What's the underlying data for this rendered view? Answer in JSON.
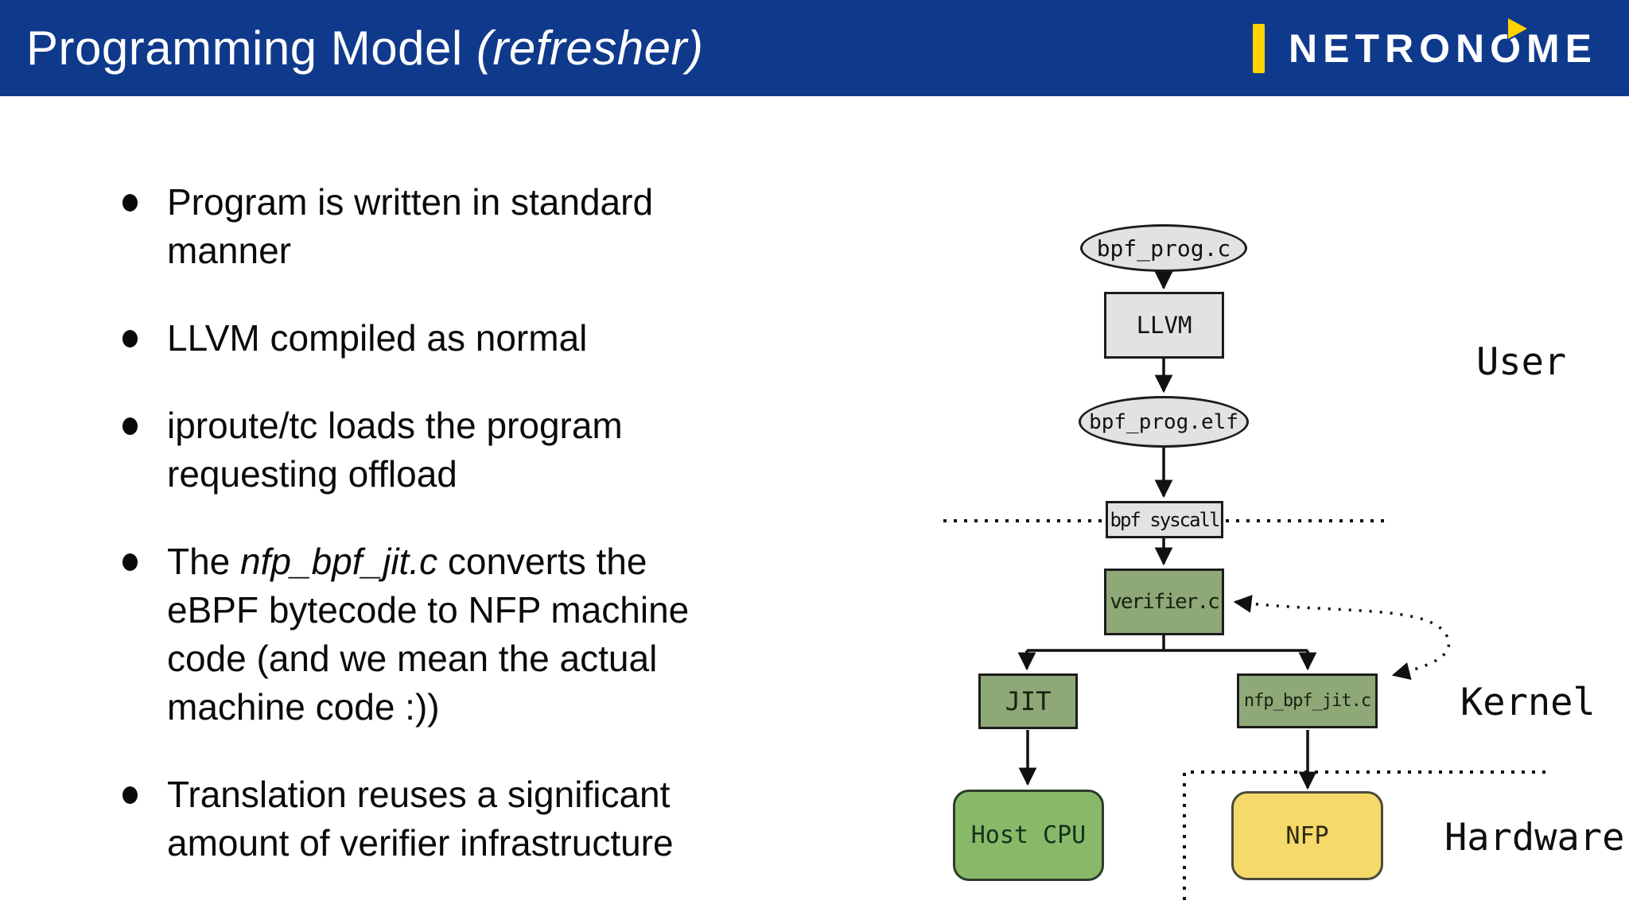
{
  "header": {
    "title": "Programming Model ",
    "title_suffix": "(refresher)",
    "brand": {
      "part1": "NETRON",
      "o": "O",
      "part2": "ME",
      "full": "NETRONOME"
    },
    "colors": {
      "bar_blue": "#0f3a8c",
      "accent_yellow": "#ffd200"
    }
  },
  "bullets": [
    {
      "text": "Program is written in standard\nmanner"
    },
    {
      "text": "LLVM compiled as normal"
    },
    {
      "text": "iproute/tc loads the program\nrequesting offload"
    },
    {
      "pre": "The ",
      "italic": "nfp_bpf_jit.c",
      "post": " converts the\neBPF bytecode to NFP machine\ncode (and we mean the actual\nmachine code :))"
    },
    {
      "text": "Translation reuses a significant\namount of verifier infrastructure"
    }
  ],
  "diagram": {
    "nodes": {
      "bpf_prog_c": {
        "label": "bpf_prog.c",
        "shape": "ellipse",
        "color": "#e2e2e2"
      },
      "llvm": {
        "label": "LLVM",
        "shape": "rect",
        "color": "#e2e2e2"
      },
      "bpf_prog_elf": {
        "label": "bpf_prog.elf",
        "shape": "ellipse",
        "color": "#e2e2e2"
      },
      "bpf_syscall": {
        "label": "bpf syscall",
        "shape": "rect",
        "color": "#e2e2e2"
      },
      "verifier_c": {
        "label": "verifier.c",
        "shape": "rect",
        "color": "#8fa877"
      },
      "jit": {
        "label": "JIT",
        "shape": "rect",
        "color": "#8fa877"
      },
      "nfp_bpf_jit_c": {
        "label": "nfp_bpf_jit.c",
        "shape": "rect",
        "color": "#8fa877"
      },
      "host_cpu": {
        "label": "Host CPU",
        "shape": "rounded",
        "color": "#87b969"
      },
      "nfp": {
        "label": "NFP",
        "shape": "rounded",
        "color": "#f6d96b"
      }
    },
    "regions": {
      "user": "User",
      "kernel": "Kernel",
      "hardware": "Hardware"
    },
    "edges": [
      "bpf_prog.c -> LLVM",
      "LLVM -> bpf_prog.elf",
      "bpf_prog.elf -> bpf syscall",
      "bpf syscall -> verifier.c",
      "verifier.c -> JIT",
      "verifier.c -> nfp_bpf_jit.c",
      "JIT -> Host CPU",
      "nfp_bpf_jit.c -> NFP",
      "nfp_bpf_jit.c -> verifier.c (dotted feedback)"
    ]
  }
}
